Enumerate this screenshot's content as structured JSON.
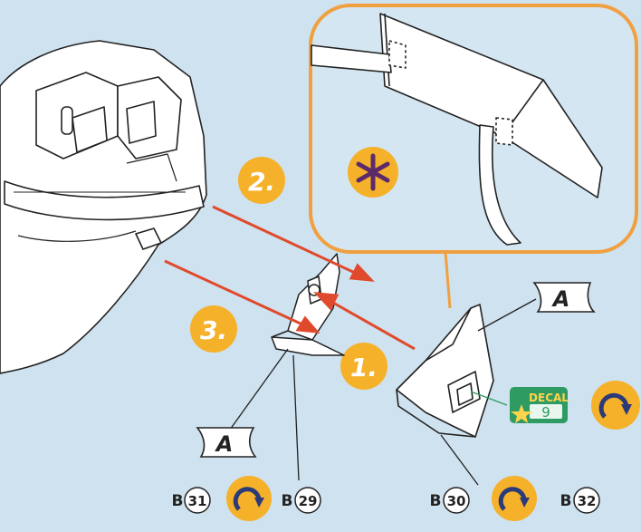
{
  "steps": {
    "step1": "1.",
    "step2": "2.",
    "step3": "3."
  },
  "detail_callout": {
    "symbol": "*"
  },
  "labels": {
    "part_a_top": "A",
    "part_a_bottom": "A"
  },
  "decal": {
    "title": "DECAL",
    "number": "9"
  },
  "parts": {
    "left_b31_prefix": "B",
    "left_b31": "31",
    "left_b29_prefix": "B",
    "left_b29": "29",
    "right_b30_prefix": "B",
    "right_b30": "30",
    "right_b32_prefix": "B",
    "right_b32": "32"
  },
  "colors": {
    "background": "#cfe2ef",
    "callout_border": "#f0a040",
    "step_badge": "#f5b12a",
    "arrow": "#e04a2c",
    "decal_green": "#2e9b63"
  },
  "icons": {
    "rotate": "rotate-arrow-icon",
    "star": "star-icon"
  }
}
